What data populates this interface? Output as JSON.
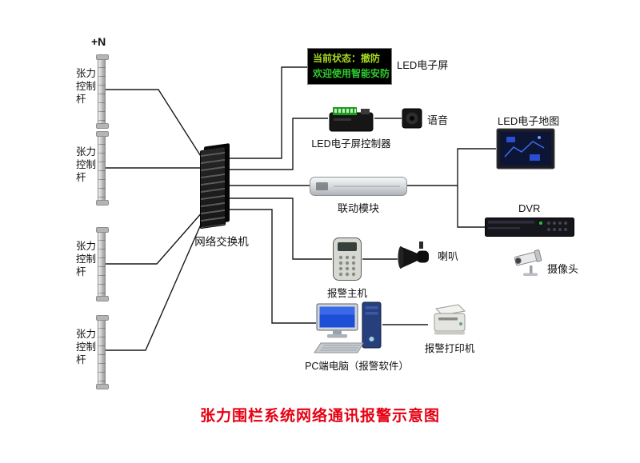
{
  "title": "张力围栏系统网络通讯报警示意图",
  "top_label": "+N",
  "poles": [
    {
      "label": "张力控制杆"
    },
    {
      "label": "张力控制杆"
    },
    {
      "label": "张力控制杆"
    },
    {
      "label": "张力控制杆"
    }
  ],
  "switch": {
    "label": "网络交换机"
  },
  "led_screen": {
    "label": "LED电子屏",
    "line1": "当前状态：撤防",
    "line2": "欢迎使用智能安防"
  },
  "led_controller": {
    "label": "LED电子屏控制器"
  },
  "voice": {
    "label": "语音"
  },
  "linkage_module": {
    "label": "联动模块"
  },
  "led_map": {
    "label": "LED电子地图"
  },
  "dvr": {
    "label": "DVR"
  },
  "camera": {
    "label": "摄像头"
  },
  "alarm_host": {
    "label": "报警主机"
  },
  "horn": {
    "label": "喇叭"
  },
  "pc": {
    "label": "PC端电脑（报警软件）"
  },
  "printer": {
    "label": "报警打印机"
  },
  "colors": {
    "title": "#e60012",
    "led_line1": "#a6d820",
    "led_line2": "#2ecc2e",
    "line": "#1a1a1a"
  }
}
